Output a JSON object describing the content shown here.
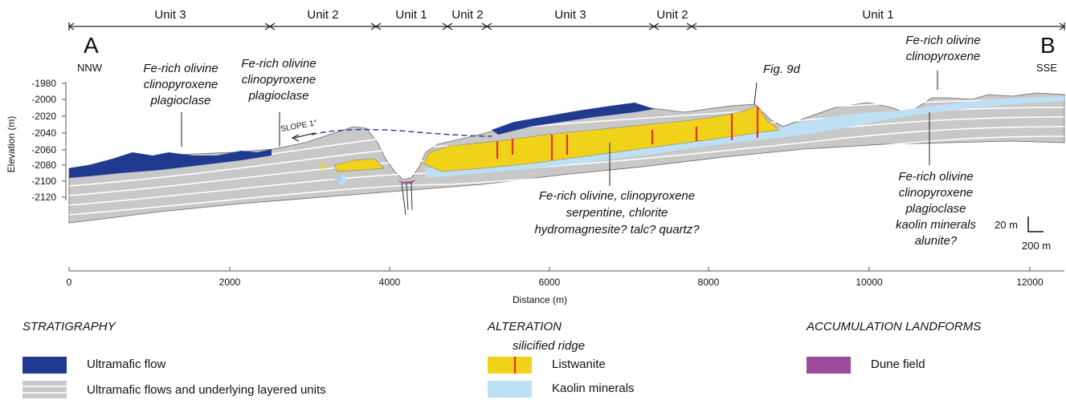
{
  "units": [
    {
      "label": "Unit 3"
    },
    {
      "label": "Unit 2"
    },
    {
      "label": "Unit 1"
    },
    {
      "label": "Unit 2"
    },
    {
      "label": "Unit 3"
    },
    {
      "label": "Unit 2"
    },
    {
      "label": "Unit 1"
    }
  ],
  "endpoints": {
    "start_letter": "A",
    "start_dir": "NNW",
    "end_letter": "B",
    "end_dir": "SSE"
  },
  "axes": {
    "y_label": "Elevation (m)",
    "x_label": "Distance (m)",
    "y_ticks": [
      "-1980",
      "-2000",
      "-2020",
      "-2040",
      "-2060",
      "-2080",
      "-2100",
      "-2120"
    ],
    "x_ticks": [
      "0",
      "2000",
      "4000",
      "6000",
      "8000",
      "10000",
      "12000"
    ]
  },
  "annotations": {
    "slope": "SLOPE 1°",
    "fig": "Fig. 9d",
    "q_mark": "?",
    "label_1": [
      "Fe-rich olivine",
      "clinopyroxene",
      "plagioclase"
    ],
    "label_2": [
      "Fe-rich olivine",
      "clinopyroxene",
      "plagioclase"
    ],
    "label_3": [
      "Fe-rich olivine, clinopyroxene",
      "serpentine, chlorite",
      "hydromagnesite? talc? quartz?"
    ],
    "label_4": [
      "Fe-rich olivine",
      "clinopyroxene"
    ],
    "label_5": [
      "Fe-rich olivine",
      "clinopyroxene",
      "plagioclase",
      "kaolin minerals",
      "alunite?"
    ]
  },
  "scale_bar": {
    "vertical": "20 m",
    "horizontal": "200 m"
  },
  "legend": {
    "stratigraphy": {
      "title": "STRATIGRAPHY",
      "items": [
        {
          "label": "Ultramafic flow",
          "color": "#1f3a8f"
        },
        {
          "label": "Ultramafic flows and underlying layered units",
          "color": "#c8c8c8"
        }
      ]
    },
    "alteration": {
      "title": "ALTERATION",
      "ridge_label": "silicified ridge",
      "items": [
        {
          "label": "Listwanite",
          "color": "#f0d21a"
        },
        {
          "label": "Kaolin minerals",
          "color": "#bde0f5"
        }
      ]
    },
    "accumulation": {
      "title": "ACCUMULATION LANDFORMS",
      "items": [
        {
          "label": "Dune field",
          "color": "#9b4a9c"
        }
      ]
    }
  },
  "colors": {
    "ultramafic_flow": "#1f3a8f",
    "layered": "#c8c8c8",
    "listwanite": "#f0d21a",
    "kaolin": "#bde0f5",
    "dune": "#9b4a9c",
    "ridge_line": "#e0342a"
  }
}
